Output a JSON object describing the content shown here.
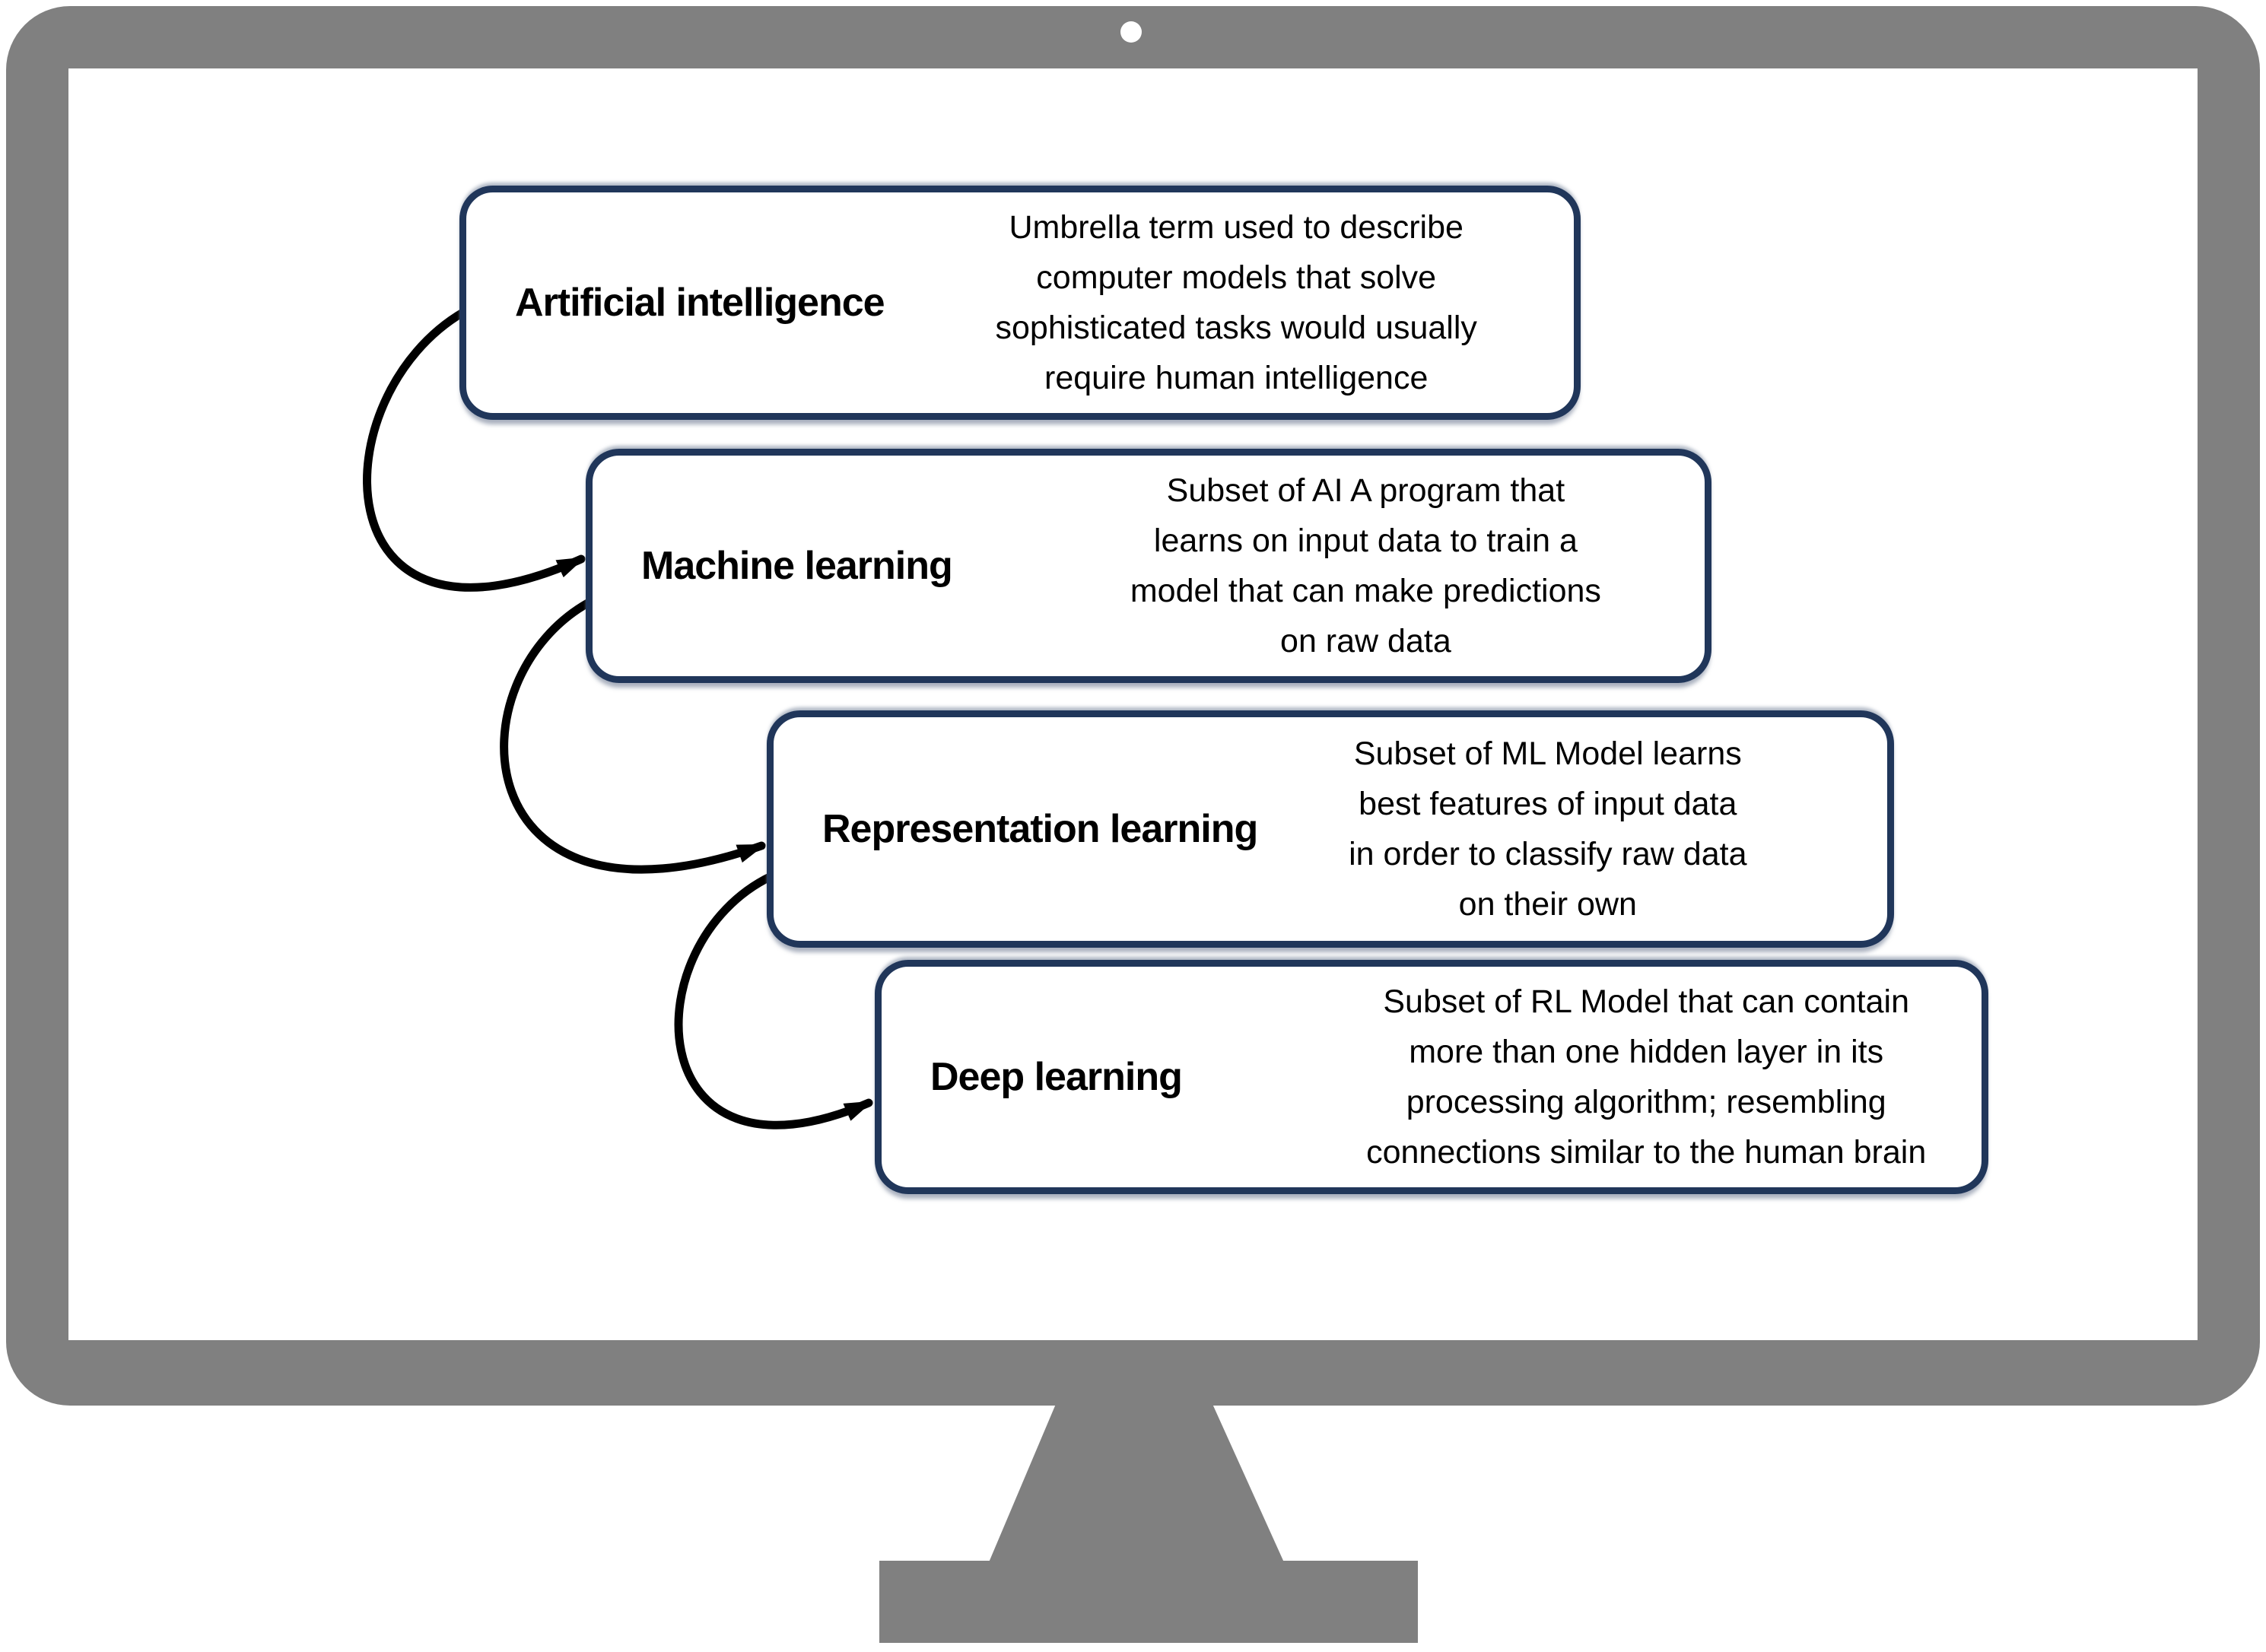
{
  "colors": {
    "bezel_gray": "#808080",
    "screen_white": "#ffffff",
    "box_border_navy": "#20365a",
    "connector_black": "#000000",
    "text_black": "#000000",
    "shadow_gray": "#8c96a8"
  },
  "diagram": {
    "boxes": [
      {
        "title": "Artificial intelligence",
        "lines": [
          "Umbrella term used to describe",
          "computer models that solve",
          "sophisticated tasks would usually",
          "require human intelligence"
        ]
      },
      {
        "title": "Machine learning",
        "lines": [
          "Subset of AI A program that",
          "learns on input data to train a",
          "model that can make predictions",
          "on raw data"
        ]
      },
      {
        "title": "Representation learning",
        "lines": [
          "Subset of ML Model learns",
          "best features of input data",
          "in order to classify raw data",
          "on their own"
        ]
      },
      {
        "title": "Deep learning",
        "lines": [
          "Subset of RL Model that can contain",
          "more than one hidden layer in its",
          "processing algorithm; resembling",
          "connections similar to the human brain"
        ]
      }
    ],
    "connectors": [
      {
        "from": "Artificial intelligence",
        "to": "Machine learning"
      },
      {
        "from": "Machine learning",
        "to": "Representation learning"
      },
      {
        "from": "Representation learning",
        "to": "Deep learning"
      }
    ]
  }
}
